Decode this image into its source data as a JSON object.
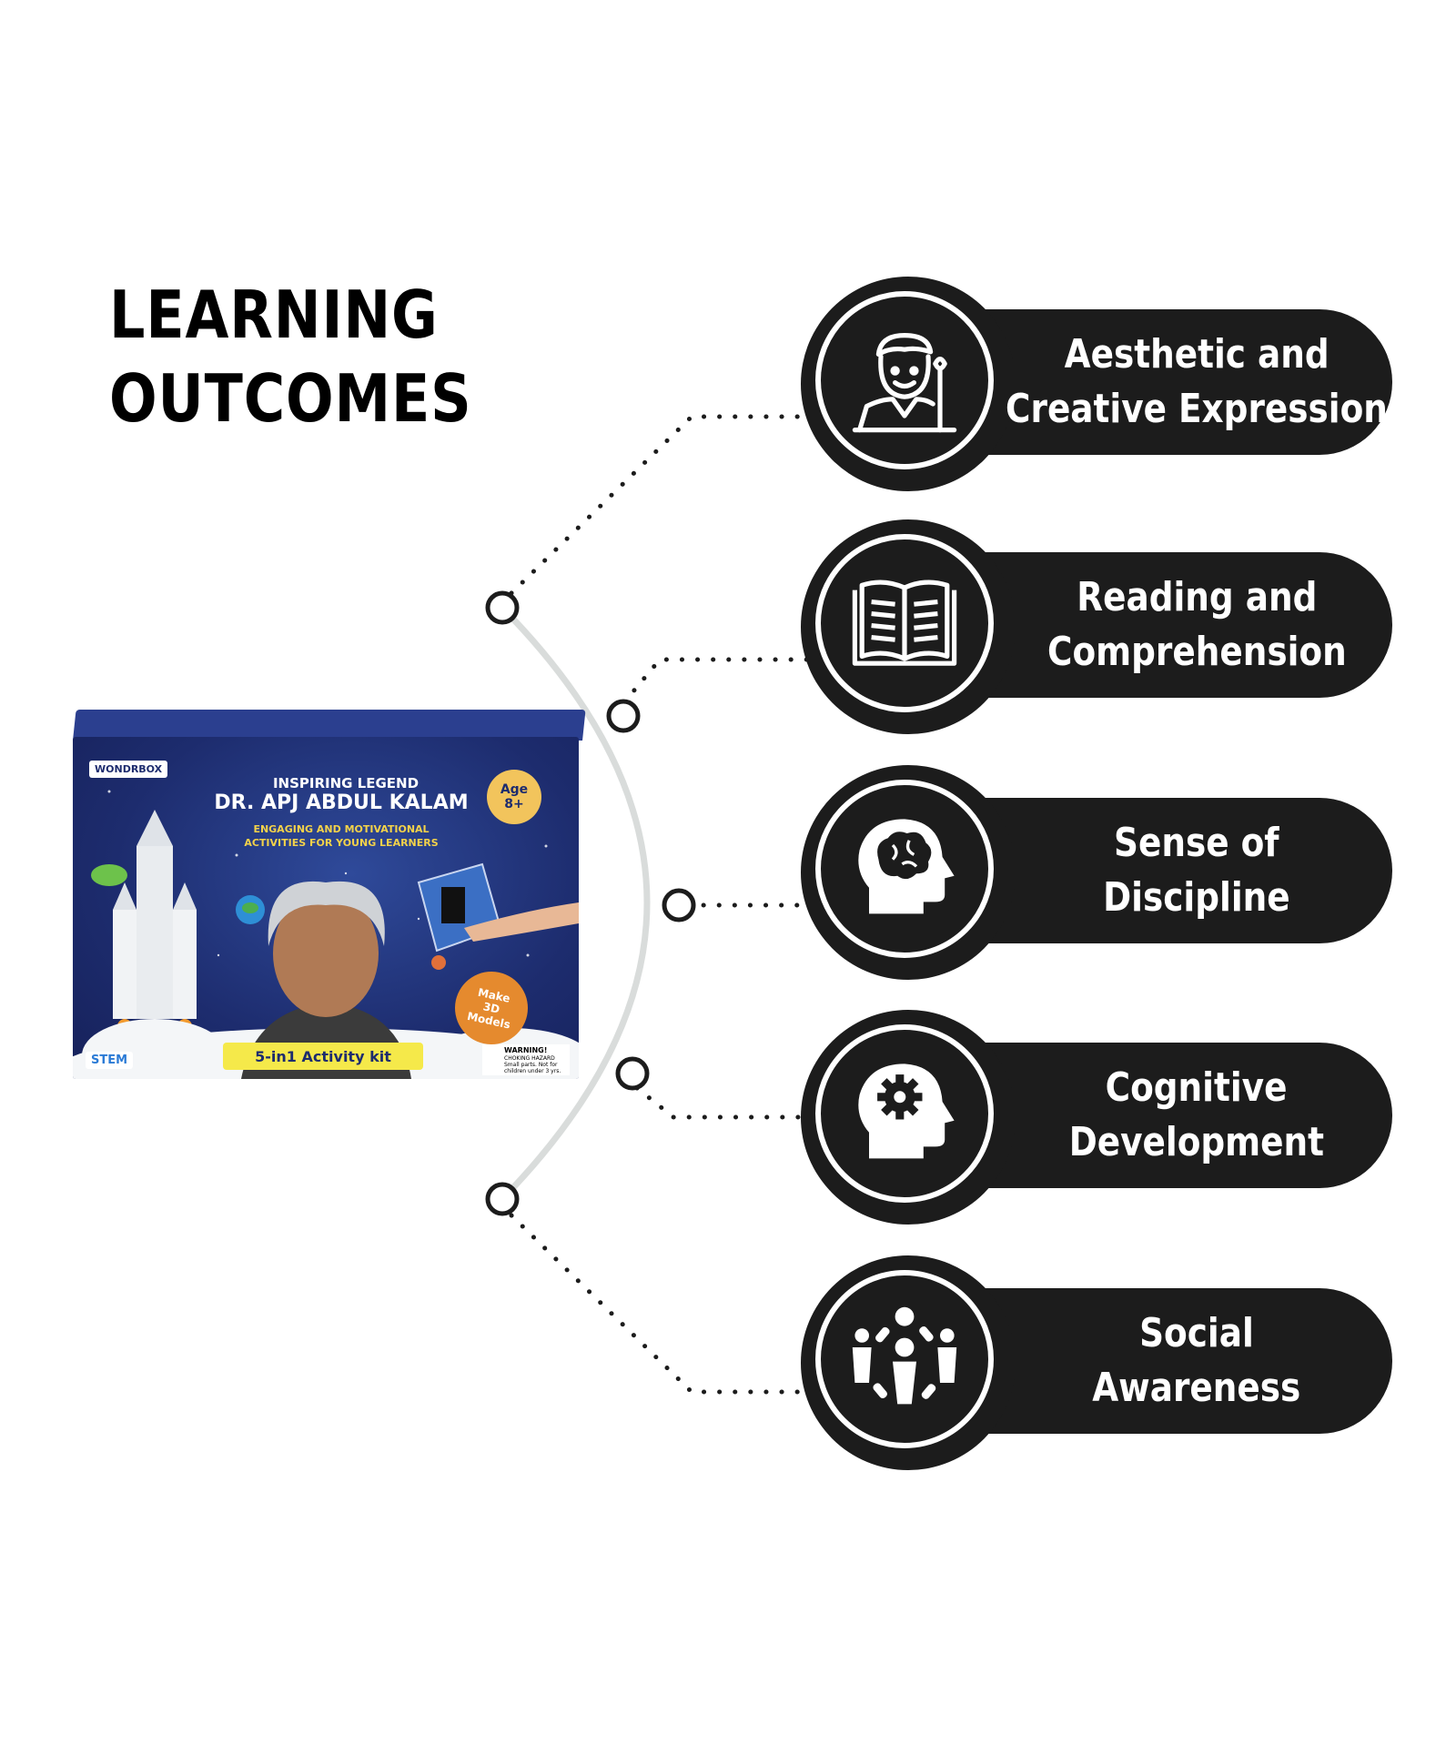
{
  "heading": {
    "line1": "LEARNING",
    "line2": "OUTCOMES"
  },
  "product": {
    "brand": "WONDRBOX",
    "title_line1": "INSPIRING LEGEND",
    "title_line2": "DR. APJ ABDUL KALAM",
    "tagline_line1": "ENGAGING AND MOTIVATIONAL",
    "tagline_line2": "ACTIVITIES FOR YOUNG LEARNERS",
    "age_label": "Age",
    "age_value": "8+",
    "badge_line1": "Make",
    "badge_line2": "3D",
    "badge_line3": "Models",
    "kit_label": "5-in1 Activity kit",
    "stem_label": "STEM",
    "warning_title": "WARNING!",
    "warning_sub1": "CHOKING HAZARD",
    "warning_sub2": "Small parts. Not for children under 3 yrs."
  },
  "outcomes": [
    {
      "line1": "Aesthetic and",
      "line2": "Creative Expression",
      "icon": "artist-icon"
    },
    {
      "line1": "Reading and",
      "line2": "Comprehension",
      "icon": "open-book-icon"
    },
    {
      "line1": "Sense of",
      "line2": "Discipline",
      "icon": "brain-head-icon"
    },
    {
      "line1": "Cognitive",
      "line2": "Development",
      "icon": "gear-head-icon"
    },
    {
      "line1": "Social",
      "line2": "Awareness",
      "icon": "community-icon"
    }
  ],
  "colors": {
    "badge_bg": "#1c1c1c",
    "text_light": "#ffffff",
    "arc": "#d9dcdb",
    "box_blue": "#1d2c6e"
  }
}
